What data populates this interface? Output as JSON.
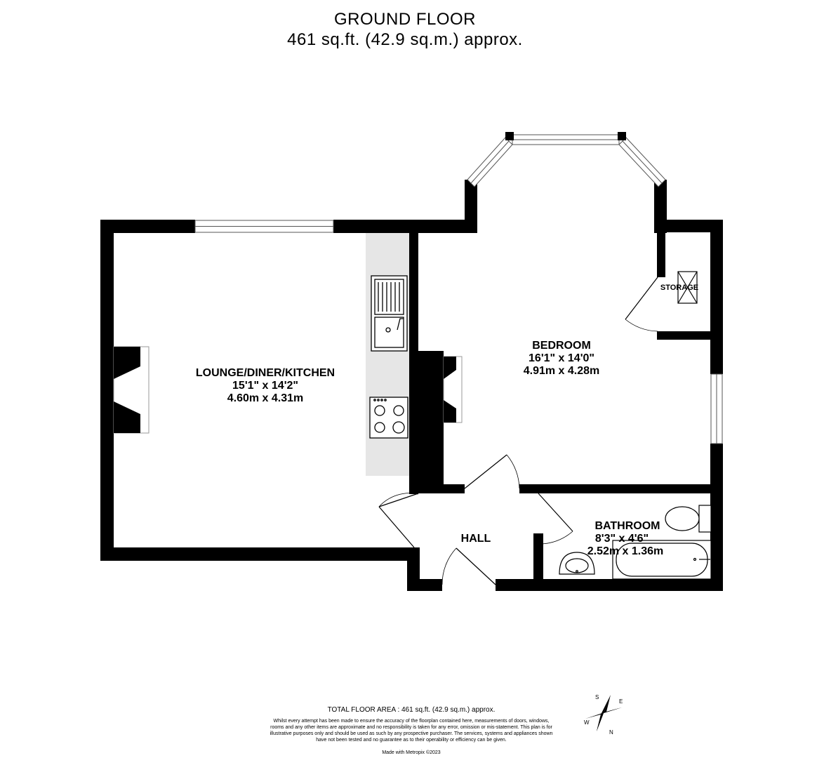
{
  "header": {
    "floor_title": "GROUND FLOOR",
    "floor_area": "461 sq.ft. (42.9 sq.m.) approx."
  },
  "rooms": {
    "lounge": {
      "name": "LOUNGE/DINER/KITCHEN",
      "imperial": "15'1\"  x 14'2\"",
      "metric": "4.60m  x 4.31m"
    },
    "bedroom": {
      "name": "BEDROOM",
      "imperial": "16'1\"  x 14'0\"",
      "metric": "4.91m  x 4.28m"
    },
    "storage": {
      "name": "STORAGE"
    },
    "hall": {
      "name": "HALL"
    },
    "bathroom": {
      "name": "BATHROOM",
      "imperial": "8'3\"  x 4'6\"",
      "metric": "2.52m  x 1.36m"
    }
  },
  "compass": {
    "n": "N",
    "s": "S",
    "e": "E",
    "w": "W"
  },
  "footer": {
    "total_area": "TOTAL FLOOR AREA : 461 sq.ft. (42.9 sq.m.) approx.",
    "disclaimer": "Whilst every attempt has been made to ensure the accuracy of the floorplan contained here, measurements of doors, windows, rooms and any other items are approximate and no responsibility is taken for any error, omission or mis-statement. This plan is for illustrative purposes only and should be used as such by any prospective purchaser. The services, systems and appliances shown have not been tested and no guarantee as to their operability or efficiency can be given.",
    "made_with": "Made with Metropix ©2023"
  },
  "colors": {
    "wall": "#000000",
    "worktop": "#e6e6e6",
    "window_stroke": "#555555"
  }
}
